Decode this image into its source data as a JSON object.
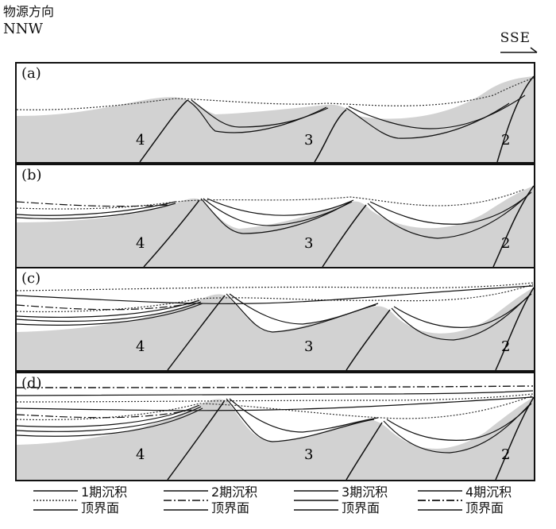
{
  "header": {
    "source_direction": "物源方向",
    "nnw": "NNW",
    "sse": "SSE"
  },
  "panels": [
    {
      "label": "(a)",
      "units": [
        "4",
        "3",
        "2"
      ]
    },
    {
      "label": "(b)",
      "units": [
        "4",
        "3",
        "2"
      ]
    },
    {
      "label": "(c)",
      "units": [
        "4",
        "3",
        "2"
      ]
    },
    {
      "label": "(d)",
      "units": [
        "4",
        "3",
        "2"
      ]
    }
  ],
  "legend": [
    {
      "line1": "1期沉积",
      "line2": "顶界面",
      "style": "dotted"
    },
    {
      "line1": "2期沉积",
      "line2": "顶界面",
      "style": "dashdot"
    },
    {
      "line1": "3期沉积",
      "line2": "顶界面",
      "style": "solid"
    },
    {
      "line1": "4期沉积",
      "line2": "顶界面",
      "style": "dashdot"
    }
  ],
  "colors": {
    "basement": "#d2d2d2",
    "line": "#111111"
  }
}
